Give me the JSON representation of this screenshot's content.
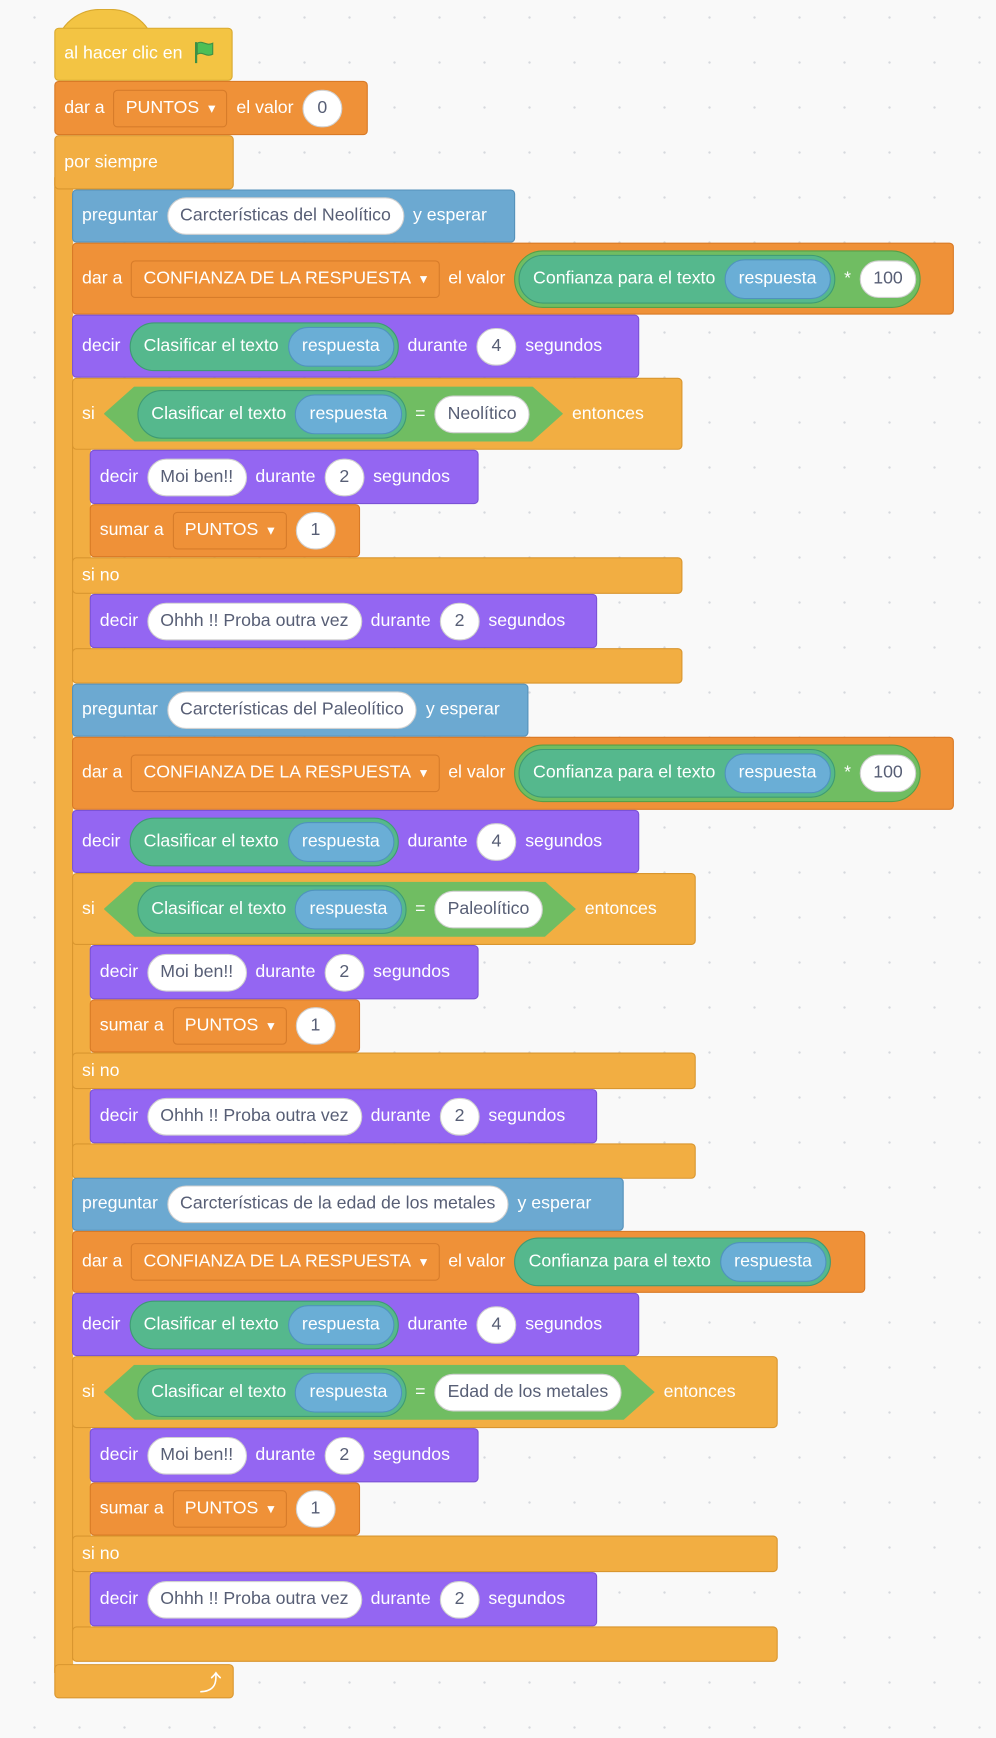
{
  "script": {
    "hat": {
      "label": "al hacer clic en",
      "icon": "green-flag-icon"
    },
    "set_points": {
      "label": "dar a",
      "variable": "PUNTOS",
      "value_label": "el valor",
      "value": "0"
    },
    "forever": {
      "label": "por siempre",
      "icon": "loop-arrow-icon"
    },
    "sections": [
      {
        "ask": {
          "label": "preguntar",
          "question": "Carcterísticas del Neolítico",
          "suffix": "y esperar"
        },
        "set_confidence": {
          "label": "dar a",
          "variable": "CONFIANZA DE LA RESPUESTA",
          "value_label": "el valor",
          "reporter": "Confianza para el texto",
          "arg": "respuesta",
          "operator": "*",
          "operand": "100"
        },
        "say_class": {
          "label": "decir",
          "reporter": "Clasificar el texto",
          "arg": "respuesta",
          "during": "durante",
          "secs": "4",
          "unit": "segundos"
        },
        "if": {
          "label": "si",
          "reporter": "Clasificar el texto",
          "arg": "respuesta",
          "operator": "=",
          "compare": "Neolítico",
          "then": "entonces"
        },
        "say_ok": {
          "label": "decir",
          "text": "Moi ben!!",
          "during": "durante",
          "secs": "2",
          "unit": "segundos"
        },
        "change": {
          "label": "sumar a",
          "variable": "PUNTOS",
          "value": "1"
        },
        "else_label": "si no",
        "say_fail": {
          "label": "decir",
          "text": "Ohhh !! Proba outra vez",
          "during": "durante",
          "secs": "2",
          "unit": "segundos"
        }
      },
      {
        "ask": {
          "label": "preguntar",
          "question": "Carcterísticas del Paleolítico",
          "suffix": "y esperar"
        },
        "set_confidence": {
          "label": "dar a",
          "variable": "CONFIANZA DE LA RESPUESTA",
          "value_label": "el valor",
          "reporter": "Confianza para el texto",
          "arg": "respuesta",
          "operator": "*",
          "operand": "100"
        },
        "say_class": {
          "label": "decir",
          "reporter": "Clasificar el texto",
          "arg": "respuesta",
          "during": "durante",
          "secs": "4",
          "unit": "segundos"
        },
        "if": {
          "label": "si",
          "reporter": "Clasificar el texto",
          "arg": "respuesta",
          "operator": "=",
          "compare": "Paleolítico",
          "then": "entonces"
        },
        "say_ok": {
          "label": "decir",
          "text": "Moi ben!!",
          "during": "durante",
          "secs": "2",
          "unit": "segundos"
        },
        "change": {
          "label": "sumar a",
          "variable": "PUNTOS",
          "value": "1"
        },
        "else_label": "si no",
        "say_fail": {
          "label": "decir",
          "text": "Ohhh !! Proba outra vez",
          "during": "durante",
          "secs": "2",
          "unit": "segundos"
        }
      },
      {
        "ask": {
          "label": "preguntar",
          "question": "Carcterísticas de la edad de los metales",
          "suffix": "y esperar"
        },
        "set_confidence": {
          "label": "dar a",
          "variable": "CONFIANZA DE LA RESPUESTA",
          "value_label": "el valor",
          "reporter": "Confianza para el texto",
          "arg": "respuesta"
        },
        "say_class": {
          "label": "decir",
          "reporter": "Clasificar el texto",
          "arg": "respuesta",
          "during": "durante",
          "secs": "4",
          "unit": "segundos"
        },
        "if": {
          "label": "si",
          "reporter": "Clasificar el texto",
          "arg": "respuesta",
          "operator": "=",
          "compare": "Edad de los metales",
          "then": "entonces"
        },
        "say_ok": {
          "label": "decir",
          "text": "Moi ben!!",
          "during": "durante",
          "secs": "2",
          "unit": "segundos"
        },
        "change": {
          "label": "sumar a",
          "variable": "PUNTOS",
          "value": "1"
        },
        "else_label": "si no",
        "say_fail": {
          "label": "decir",
          "text": "Ohhh !! Proba outra vez",
          "during": "durante",
          "secs": "2",
          "unit": "segundos"
        }
      }
    ]
  }
}
